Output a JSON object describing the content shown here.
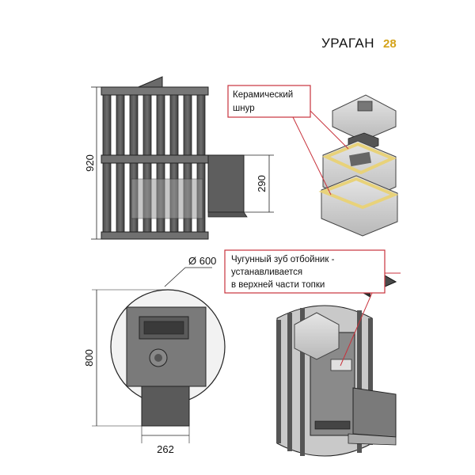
{
  "header": {
    "name": "УРАГАН",
    "model": "28"
  },
  "dimensions": {
    "height": "920",
    "chimney_height": "290",
    "diameter": "Ø 600",
    "depth": "800",
    "tunnel_width": "262"
  },
  "callouts": {
    "ceramic_cord": [
      "Керамический",
      "шнур"
    ],
    "cast_iron_tooth": [
      "Чугунный зуб отбойник -",
      "устанавливается",
      "в верхней части топки"
    ]
  },
  "colors": {
    "accent_model": "#d4a31a",
    "callout_border": "#c8323c",
    "body_dark": "#5c5c5c",
    "body_mid": "#8a8a8a",
    "cord_yellow": "#e8d27a"
  }
}
